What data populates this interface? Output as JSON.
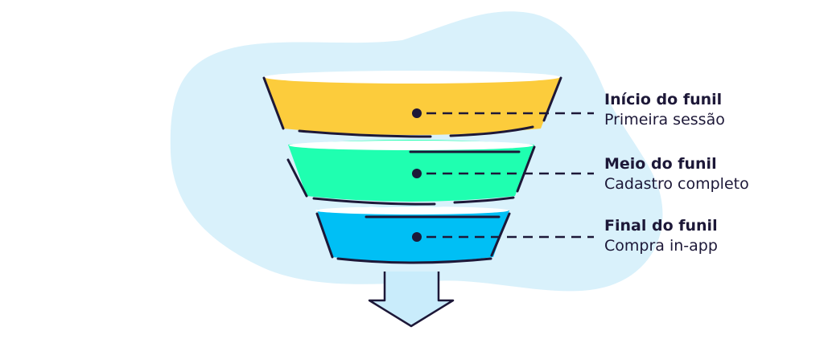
{
  "stages": [
    {
      "title": "Início do funil",
      "subtitle": "Primeira sessão"
    },
    {
      "title": "Meio do funil",
      "subtitle": "Cadastro completo"
    },
    {
      "title": "Final do funil",
      "subtitle": "Compra in-app"
    }
  ],
  "colors": {
    "background_blob": "#d9f1fb",
    "stage_top": "#fccc3c",
    "stage_middle": "#1fffb0",
    "stage_bottom": "#00bff5",
    "arrow": "#c9ecfb",
    "outline": "#1d1838"
  },
  "icons": {
    "flow": "down-arrow-icon"
  }
}
